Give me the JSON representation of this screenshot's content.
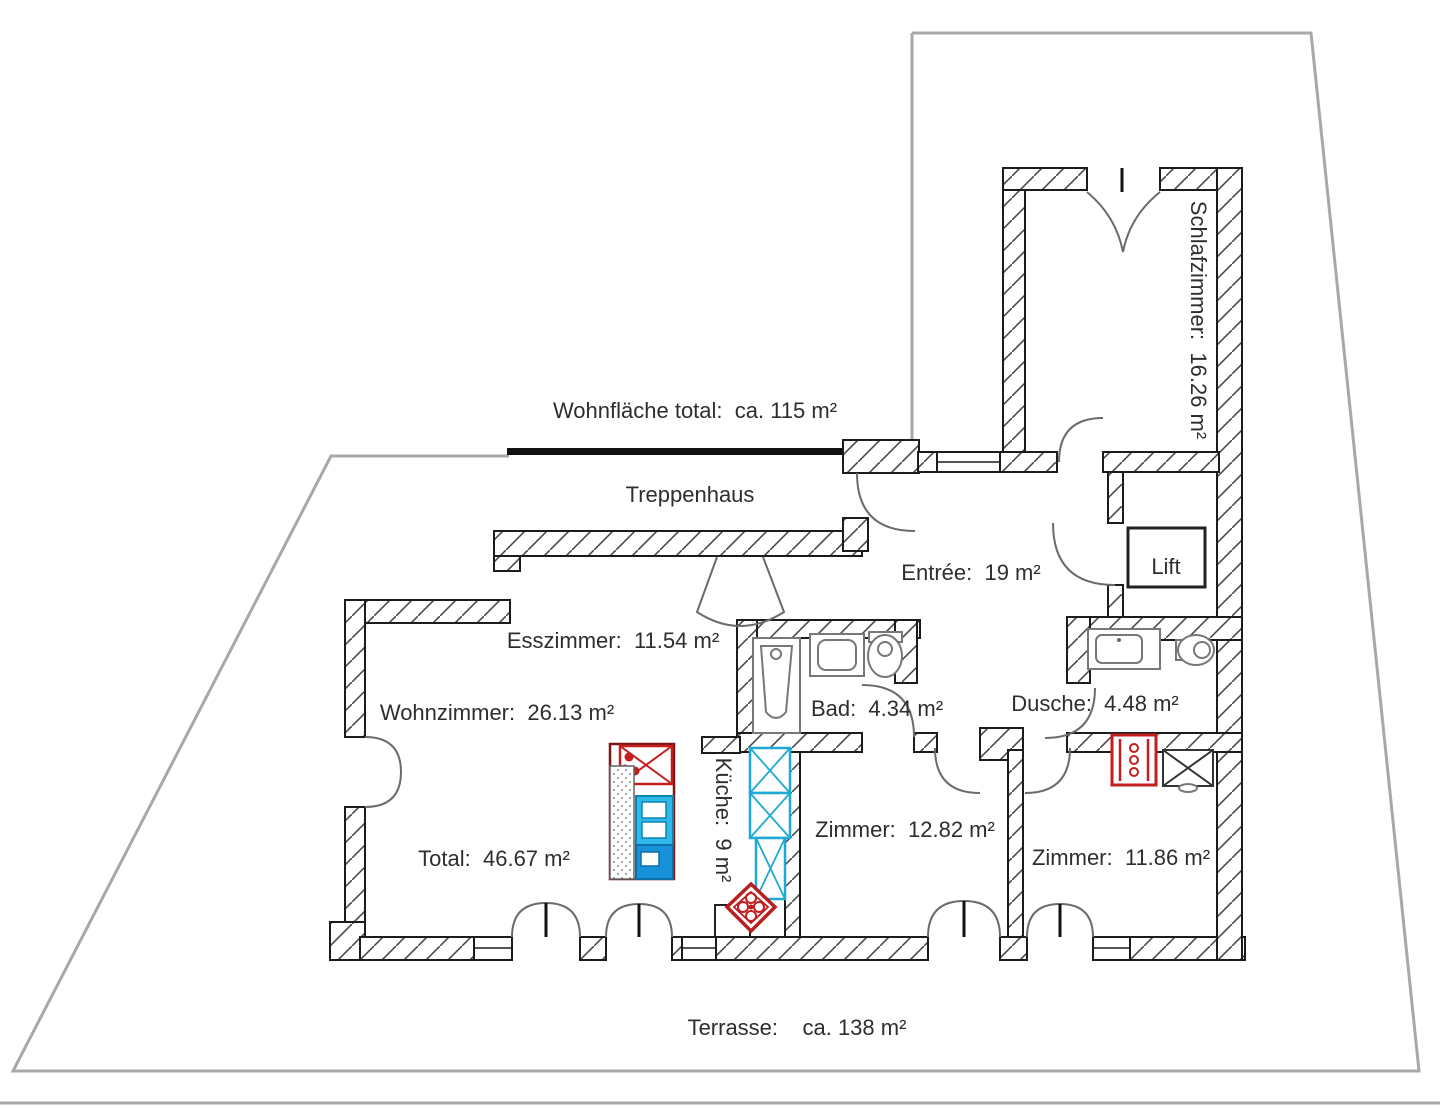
{
  "plan": {
    "summary": {
      "wohnflaeche_label": "Wohnfläche total:  ca. 115 m²",
      "total_label": "Total:  46.67 m²",
      "terrasse_label": "Terrasse:    ca. 138 m²"
    },
    "rooms": [
      {
        "id": "treppenhaus",
        "label": "Treppenhaus"
      },
      {
        "id": "schlafzimmer",
        "label": "Schlafzimmer:  16.26 m²"
      },
      {
        "id": "entree",
        "label": "Entrée:  19 m²"
      },
      {
        "id": "lift",
        "label": "Lift"
      },
      {
        "id": "esszimmer",
        "label": "Esszimmer:  11.54 m²"
      },
      {
        "id": "wohnzimmer",
        "label": "Wohnzimmer:  26.13 m²"
      },
      {
        "id": "bad",
        "label": "Bad:  4.34 m²"
      },
      {
        "id": "dusche",
        "label": "Dusche:  4.48 m²"
      },
      {
        "id": "kueche",
        "label": "Küche:  9 m²"
      },
      {
        "id": "zimmer_1",
        "label": "Zimmer:  12.82 m²"
      },
      {
        "id": "zimmer_2",
        "label": "Zimmer:  11.86 m²"
      }
    ],
    "colors": {
      "walls": "#1c1c1c",
      "boundary": "#a8a8a8",
      "text": "#2e2e2e",
      "fixture_red": "#c41e1e",
      "fixture_cyan": "#1fa9d6",
      "appliance_blue": "#2fb9e8"
    }
  }
}
